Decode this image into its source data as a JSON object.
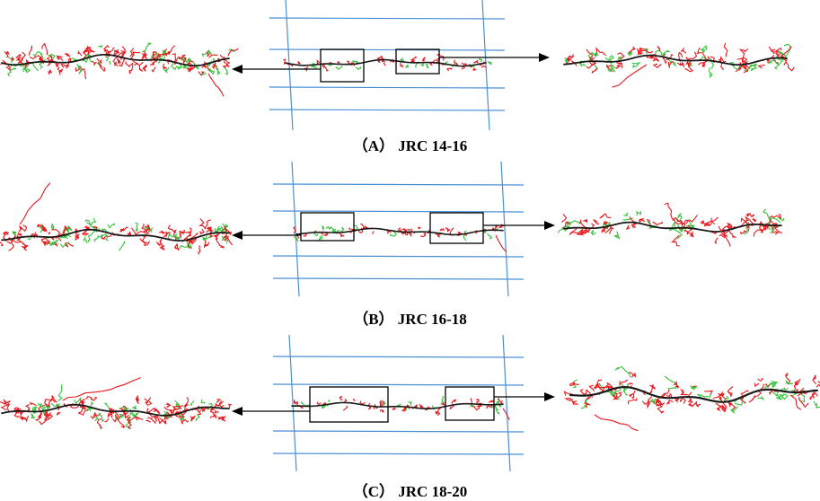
{
  "colors": {
    "frame_lines": "#4a8fd6",
    "crack_path": "#1a1a1a",
    "cracks_red": "#e8161b",
    "cracks_green": "#35c23a",
    "box": "#000000",
    "arrow": "#000000"
  },
  "panels": [
    {
      "id": "A",
      "caption": "（A） JRC 14-16",
      "roughness_range": [
        14,
        16
      ]
    },
    {
      "id": "B",
      "caption": "（B） JRC 16-18",
      "roughness_range": [
        16,
        18
      ]
    },
    {
      "id": "C",
      "caption": "（C） JRC 18-20",
      "roughness_range": [
        18,
        20
      ]
    }
  ]
}
